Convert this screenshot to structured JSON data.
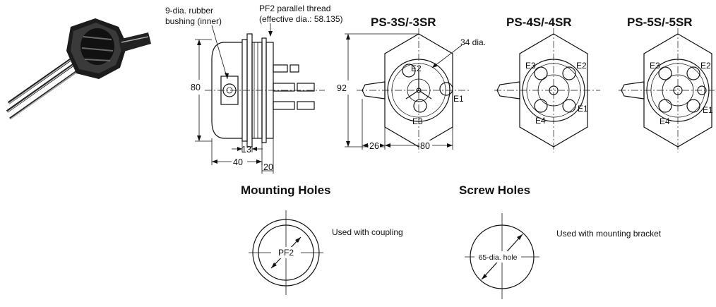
{
  "side_view": {
    "note1": "9-dia. rubber",
    "note2": "bushing (inner)",
    "note3": "PF2 parallel thread",
    "note4": "(effective dia.: 58.135)",
    "dim_height": "80",
    "dim_13": "13",
    "dim_40": "40",
    "dim_20": "20"
  },
  "models": {
    "ps3": {
      "title": "PS-3S/-3SR",
      "dim_92": "92",
      "dim_26": "26",
      "dim_80": "80",
      "note_34": "34 dia.",
      "e1": "E1",
      "e2": "E2",
      "e3": "E3"
    },
    "ps4": {
      "title": "PS-4S/-4SR",
      "e1": "E1",
      "e2": "E2",
      "e3": "E3",
      "e4": "E4"
    },
    "ps5": {
      "title": "PS-5S/-5SR",
      "e1": "E1",
      "e2": "E2",
      "e3": "E3",
      "e4": "E4"
    }
  },
  "mounting_holes": {
    "title": "Mounting Holes",
    "label": "PF2",
    "note": "Used with coupling"
  },
  "screw_holes": {
    "title": "Screw Holes",
    "label": "65-dia. hole",
    "note": "Used with mounting bracket"
  }
}
